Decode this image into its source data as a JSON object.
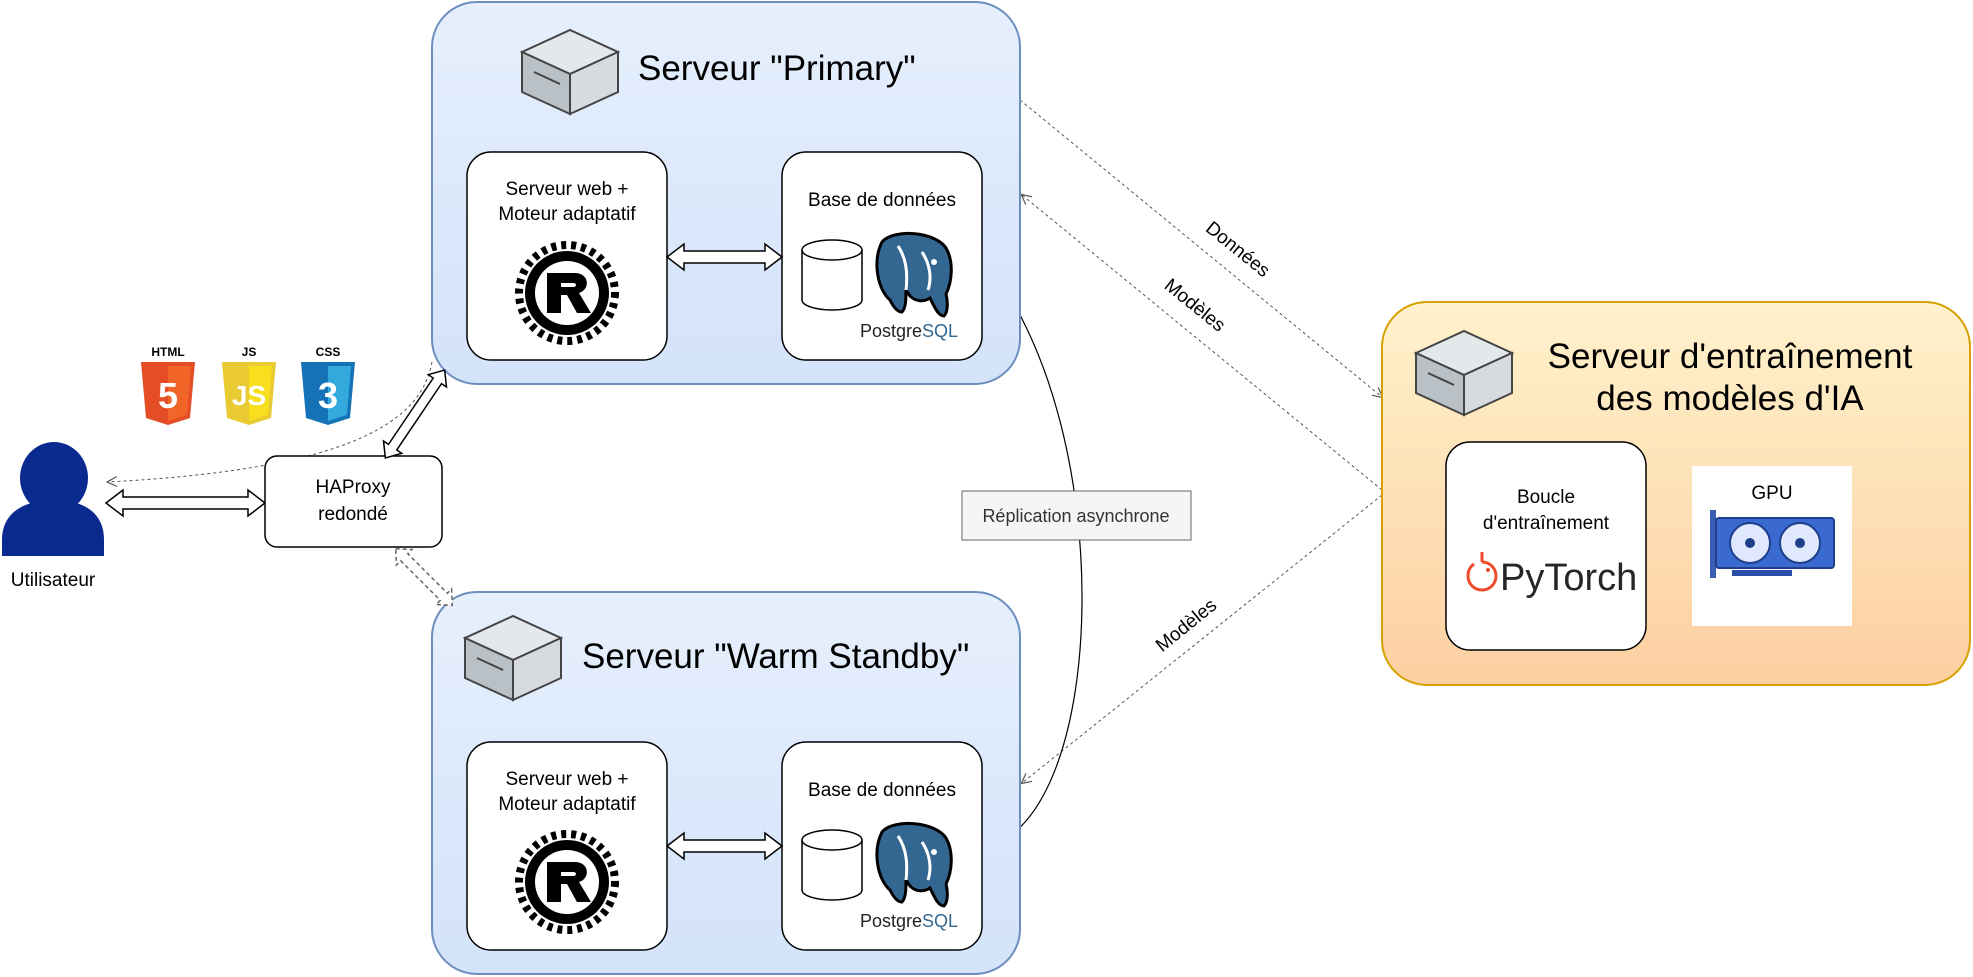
{
  "servers": {
    "primary": {
      "title": "Serveur \"Primary\"",
      "web": {
        "line1": "Serveur web +",
        "line2": "Moteur adaptatif"
      },
      "db": {
        "title": "Base de données",
        "logo_left": "Postgre",
        "logo_right": "SQL"
      }
    },
    "standby": {
      "title": "Serveur \"Warm Standby\"",
      "web": {
        "line1": "Serveur web +",
        "line2": "Moteur adaptatif"
      },
      "db": {
        "title": "Base de données",
        "logo_left": "Postgre",
        "logo_right": "SQL"
      }
    },
    "training": {
      "title_line1": "Serveur d'entraînement",
      "title_line2": "des modèles d'IA",
      "loop": {
        "line1": "Boucle",
        "line2": "d'entraînement",
        "logo": "PyTorch"
      },
      "gpu": {
        "label": "GPU"
      }
    }
  },
  "user": {
    "label": "Utilisateur"
  },
  "haproxy": {
    "line1": "HAProxy",
    "line2": "redondé"
  },
  "tech_badges": {
    "html": "HTML",
    "html_num": "5",
    "js": "JS",
    "js_mark": "JS",
    "css": "CSS",
    "css_num": "3"
  },
  "replication": {
    "label": "Réplication asynchrone"
  },
  "edges": {
    "donnees": "Données",
    "modeles_top": "Modèles",
    "modeles_bottom": "Modèles"
  },
  "colors": {
    "server_fill": "#dae8fc",
    "server_stroke": "#6c8ebf",
    "training_stroke": "#d6a000",
    "training_fill_top": "#fff2cc",
    "training_fill_bottom": "#fdd0a5",
    "user_blue": "#0a2a8f",
    "pg_blue": "#336791",
    "pytorch_orange": "#ee4c2c",
    "html_orange": "#e44d26",
    "js_yellow": "#f0db4f",
    "css_blue": "#2965f1"
  }
}
